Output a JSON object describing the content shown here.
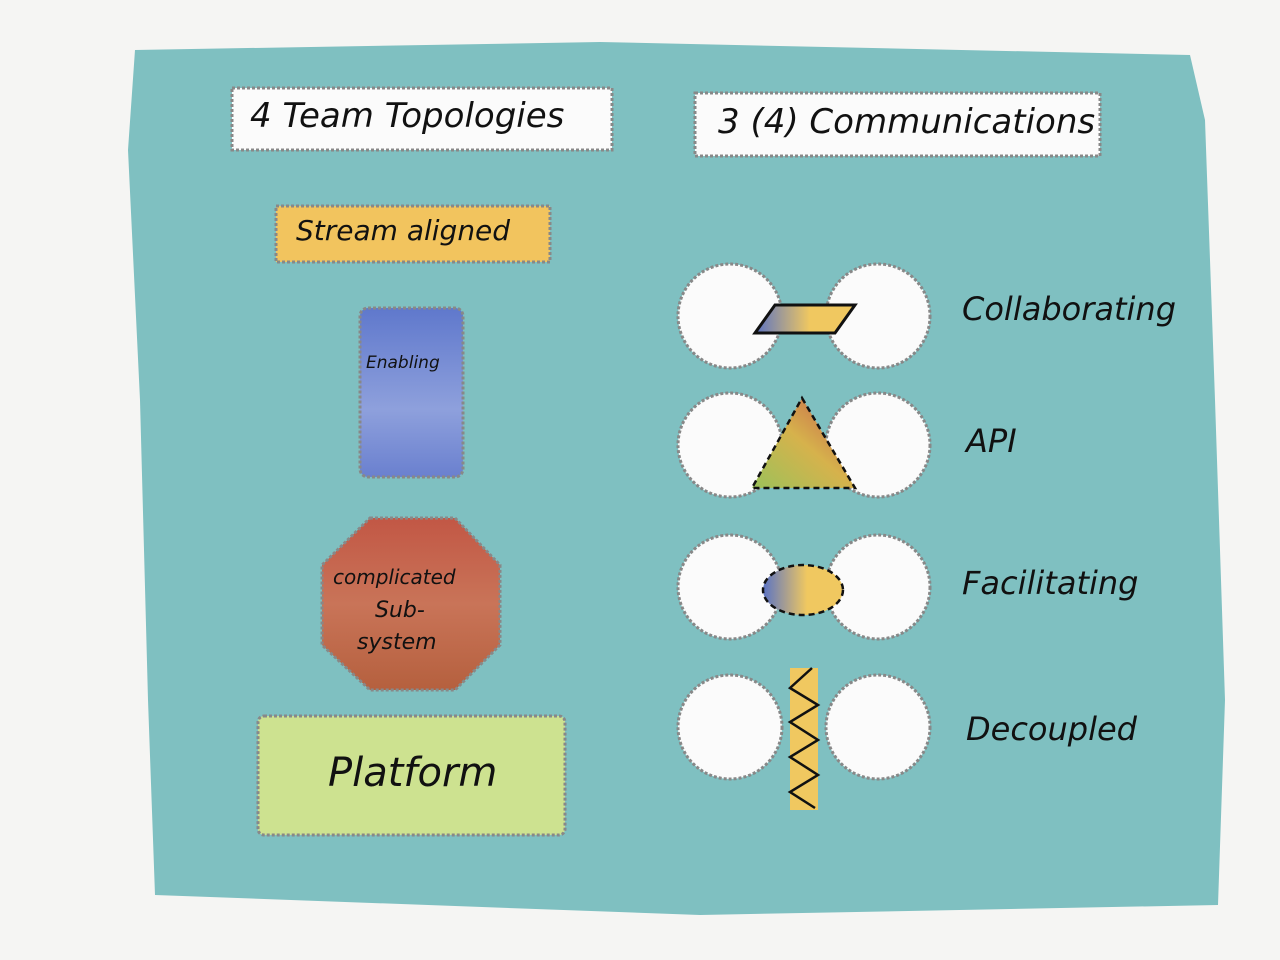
{
  "titles": {
    "topologies": "4 Team Topologies",
    "communications": "3 (4) Communications"
  },
  "topologies": [
    {
      "label": "Stream aligned",
      "color": "#f2c45e"
    },
    {
      "label": "Enabling",
      "color": "#7187d0"
    },
    {
      "label_lines": [
        "complicated",
        "Sub-",
        "system"
      ],
      "color": "#c0614a"
    },
    {
      "label": "Platform",
      "color": "#cde290"
    }
  ],
  "communications": [
    {
      "label": "Collaborating"
    },
    {
      "label": "API"
    },
    {
      "label": "Facilitating"
    },
    {
      "label": "Decoupled"
    }
  ],
  "colors": {
    "background": "#7fc0c1",
    "paper": "#f5f5f3"
  }
}
